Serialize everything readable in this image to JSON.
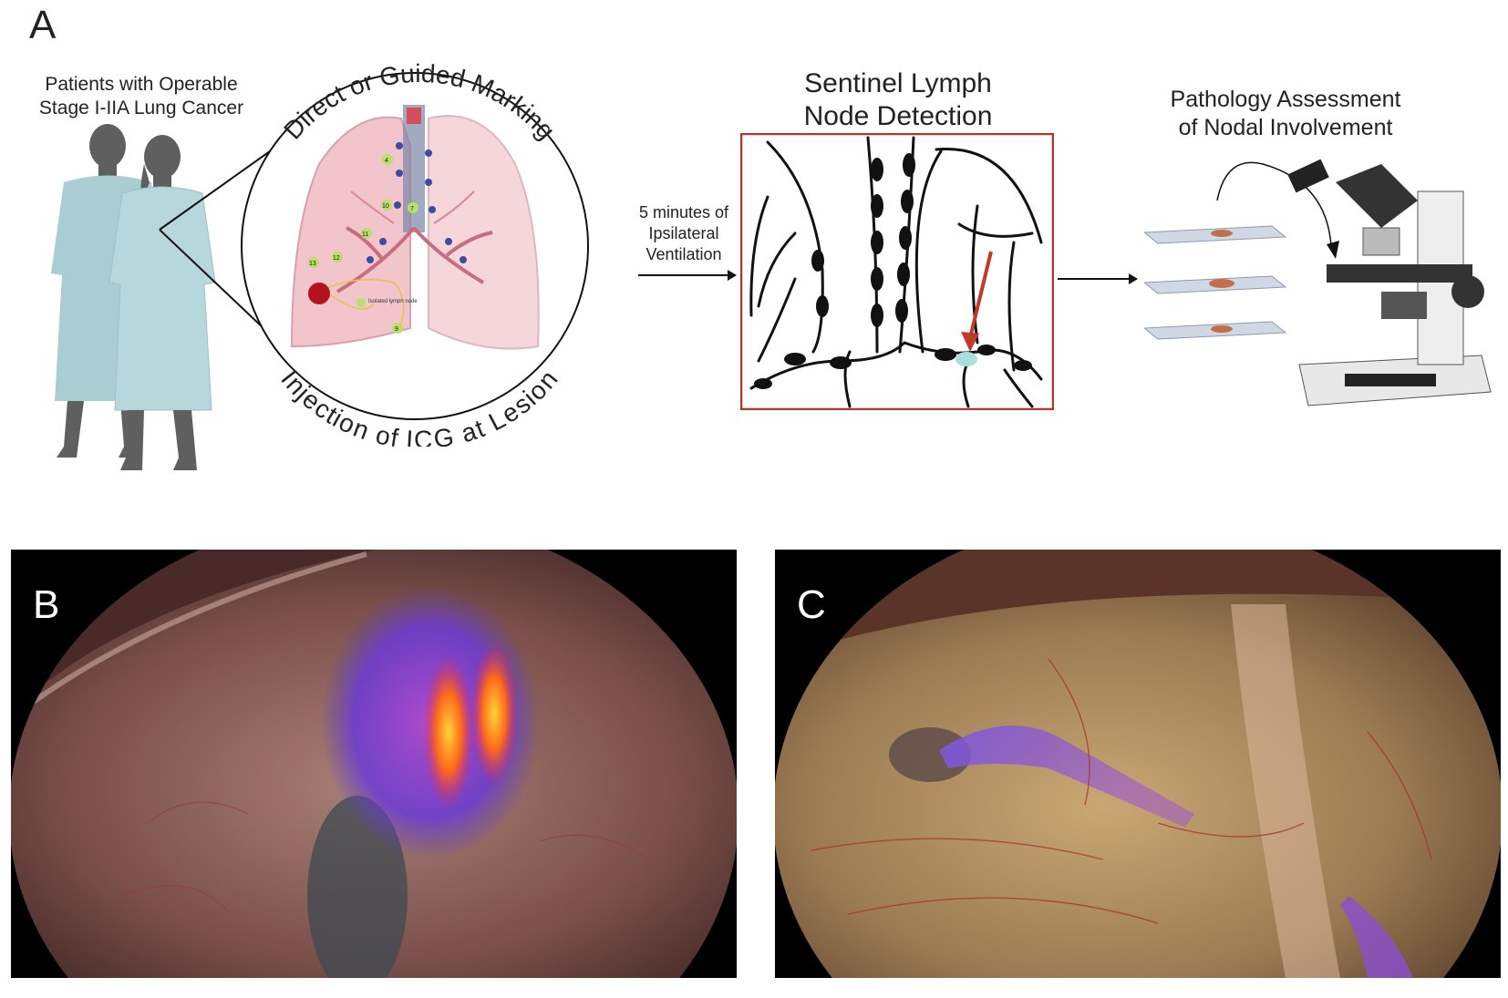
{
  "panels": {
    "a": {
      "letter": "A",
      "patients_label": [
        "Patients with Operable",
        "Stage I-IIA Lung Cancer"
      ],
      "arc_top_label": "Direct or Guided Marking",
      "arc_bottom_label": "Injection of ICG at Lesion",
      "lung_callout": "Isolated lymph node",
      "node_numbers": [
        "4",
        "7",
        "10",
        "11",
        "12",
        "13",
        "9"
      ],
      "arrow_label": [
        "5 minutes of",
        "Ipsilateral",
        "Ventilation"
      ],
      "sentinel_label": [
        "Sentinel Lymph",
        "Node Detection"
      ],
      "pathology_label": [
        "Pathology Assessment",
        "of Nodal Involvement"
      ]
    },
    "b": {
      "letter": "B"
    },
    "c": {
      "letter": "C"
    }
  },
  "colors": {
    "gown": "#a9cdd3",
    "silhouette": "#5f5f5f",
    "lung": "#f2c4cc",
    "frame_red": "#b3362e",
    "arrow_red": "#c0392b",
    "node_teal": "#a8dedc",
    "icg_purple": "#8a4fd0",
    "icg_hot": "#ff7a1a"
  }
}
